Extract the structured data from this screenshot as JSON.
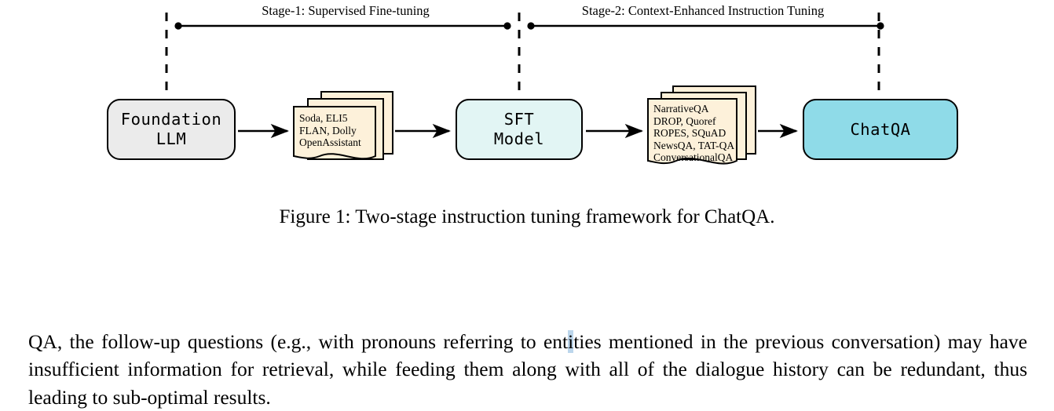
{
  "figure": {
    "stages": [
      {
        "id": "stage-1",
        "label": "Stage-1: Supervised Fine-tuning"
      },
      {
        "id": "stage-2",
        "label": "Stage-2: Context-Enhanced Instruction Tuning"
      }
    ],
    "boxes": [
      {
        "id": "foundation-llm",
        "line1": "Foundation",
        "line2": "LLM",
        "color": "#ebebeb"
      },
      {
        "id": "sft-model",
        "line1": "SFT",
        "line2": "Model",
        "color": "#e2f5f4"
      },
      {
        "id": "chatqa",
        "line1": "ChatQA",
        "line2": "",
        "color": "#8fdbe8"
      }
    ],
    "doc_stacks": [
      {
        "id": "sft-datasets",
        "color": "#fdf1da",
        "lines": [
          "Soda, ELI5",
          "FLAN, Dolly",
          "OpenAssistant"
        ]
      },
      {
        "id": "context-datasets",
        "color": "#fdf1da",
        "lines": [
          "NarrativeQA",
          "DROP, Quoref",
          "ROPES, SQuAD",
          "NewsQA, TAT-QA",
          "ConversationalQA"
        ]
      }
    ],
    "caption": "Figure 1: Two-stage instruction tuning framework for ChatQA."
  },
  "body": {
    "text_before_selection": "QA, the follow-up questions (e.g., with pronouns referring to ent",
    "selected_text": "i",
    "text_after_selection": "ties mentioned in the previous conversation) may have insufficient information for retrieval, while feeding them along with all of the dialogue history can be redundant, thus leading to sub-optimal results."
  },
  "colors": {
    "stroke": "#000000",
    "foundation_fill": "#ebebeb",
    "sft_fill": "#e2f5f4",
    "chatqa_fill": "#8fdbe8",
    "doc_fill": "#fdf1da",
    "selection_highlight": "#bcd6ec",
    "page_background": "#ffffff"
  }
}
